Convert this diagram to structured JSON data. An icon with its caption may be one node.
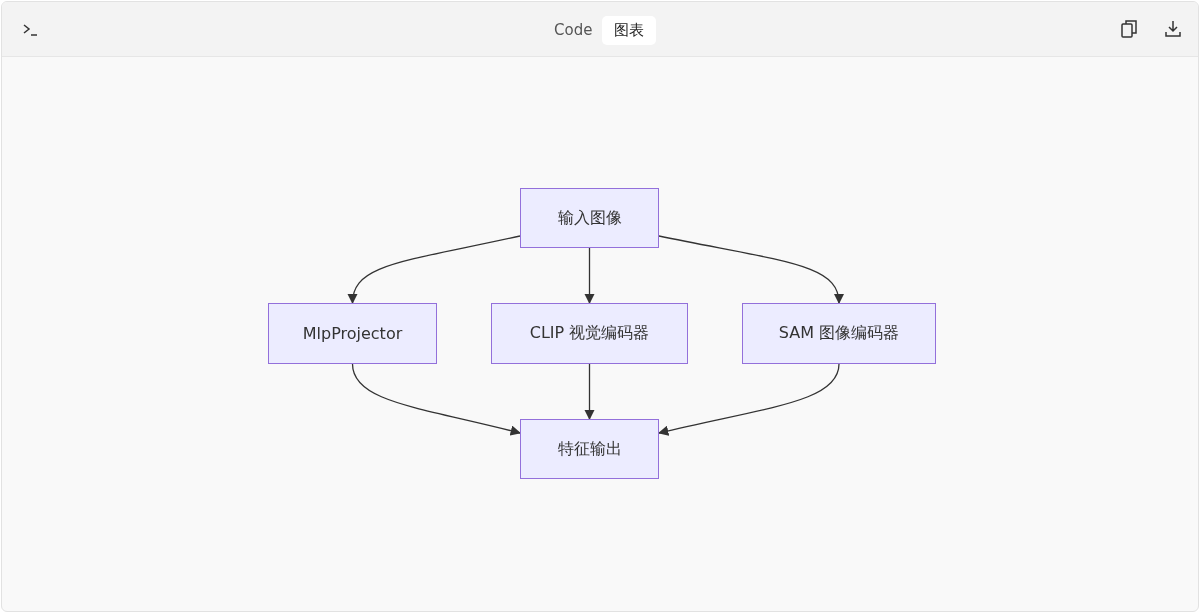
{
  "diagram": {
    "nodes": [
      {
        "text": [
          "输入图像"
        ]
      },
      {
        "text": [
          "MlpProjector"
        ]
      },
      {
        "text": [
          "CLIP 视觉编码器"
        ]
      },
      {
        "text": [
          "SAM 图像编码器"
        ]
      },
      {
        "text": [
          "特征输出"
        ]
      }
    ],
    "edges": [
      {
        "from": 0,
        "to": 1,
        "arrow": "to"
      },
      {
        "from": 0,
        "to": 2,
        "arrow": "to"
      },
      {
        "from": 0,
        "to": 3,
        "arrow": "to"
      },
      {
        "from": 1,
        "to": 4,
        "arrow": "to"
      },
      {
        "from": 2,
        "to": 4,
        "arrow": "to"
      },
      {
        "from": 3,
        "to": 4,
        "arrow": "to"
      }
    ],
    "labels": [
      "Code",
      "图表"
    ]
  }
}
